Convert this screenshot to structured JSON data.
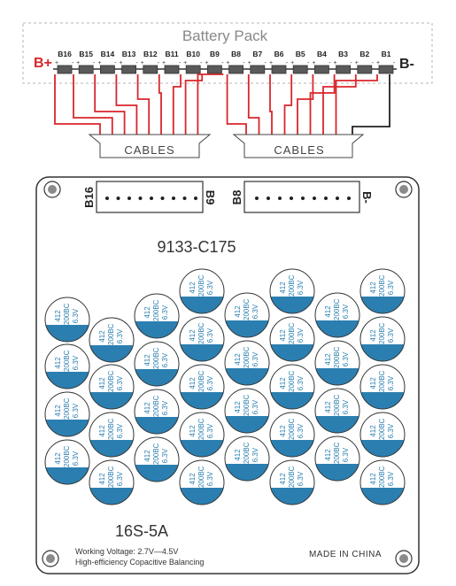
{
  "battery_pack": {
    "title": "Battery Pack",
    "positive": "B+",
    "negative": "B-",
    "cells": [
      "B16",
      "B15",
      "B14",
      "B13",
      "B12",
      "B11",
      "B10",
      "B9",
      "B8",
      "B7",
      "B6",
      "B5",
      "B4",
      "B3",
      "B2",
      "B1"
    ],
    "plus": "+",
    "minus": "-"
  },
  "cables": {
    "left_label": "CABLES",
    "right_label": "CABLES"
  },
  "board": {
    "connector_left_start": "B16",
    "connector_left_end": "B9",
    "connector_right_start": "B8",
    "connector_right_end": "B-",
    "model": "9133-C175",
    "spec": "16S-5A",
    "working_voltage": "Working Voltage:  2.7V—4.5V",
    "balancing": "High-efficiency Copacitive Balancing",
    "made_in": "MADE IN CHINA"
  },
  "capacitor": {
    "line1": "412",
    "line2": "2200BC",
    "line3": "6.3V"
  },
  "colors": {
    "wire_red": "#d9262c",
    "wire_black": "#222222",
    "cap_blue": "#2b7fb0",
    "outline": "#333333"
  }
}
